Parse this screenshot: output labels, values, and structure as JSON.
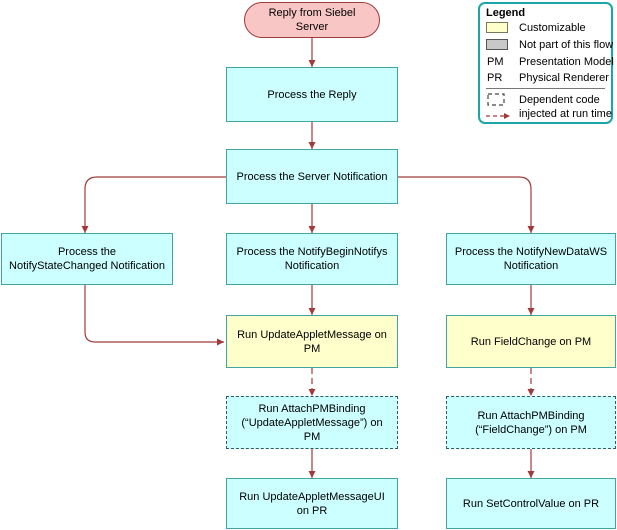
{
  "nodes": {
    "start": "Reply from Siebel Server",
    "process_reply": "Process the Reply",
    "process_server_notification": "Process the Server Notification",
    "process_notify_state_changed": "Process the NotifyStateChanged Notification",
    "process_notify_begin_notifys": "Process the NotifyBeginNotifys Notification",
    "process_notify_new_data_ws": "Process the  NotifyNewDataWS Notification",
    "run_update_applet_message": "Run UpdateAppletMessage on PM",
    "run_field_change": "Run FieldChange on PM",
    "run_attach_pm_binding_1": "Run AttachPMBinding (“UpdateAppletMessage”) on PM",
    "run_attach_pm_binding_2": "Run AttachPMBinding (“FieldChange”) on PM",
    "run_update_applet_message_ui": "Run UpdateAppletMessageUI on PR",
    "run_set_control_value": "Run SetControlValue on PR"
  },
  "legend": {
    "title": "Legend",
    "items": [
      {
        "kind": "yellow-swatch",
        "label": "Customizable"
      },
      {
        "kind": "gray-swatch",
        "label": "Not part of this flow"
      },
      {
        "abbr": "PM",
        "label": "Presentation Model"
      },
      {
        "abbr": "PR",
        "label": "Physical Renderer"
      }
    ],
    "dependent_label_1": "Dependent code",
    "dependent_label_2": "injected at run time"
  },
  "colors": {
    "process_fill": "#ccffff",
    "customizable_fill": "#ffffcc",
    "start_fill": "#f9c6c6",
    "not_part_fill": "#c8c8c8",
    "arrow": "#a03b3b",
    "border": "#43a3a5",
    "legend_border": "#1aa6a6"
  }
}
